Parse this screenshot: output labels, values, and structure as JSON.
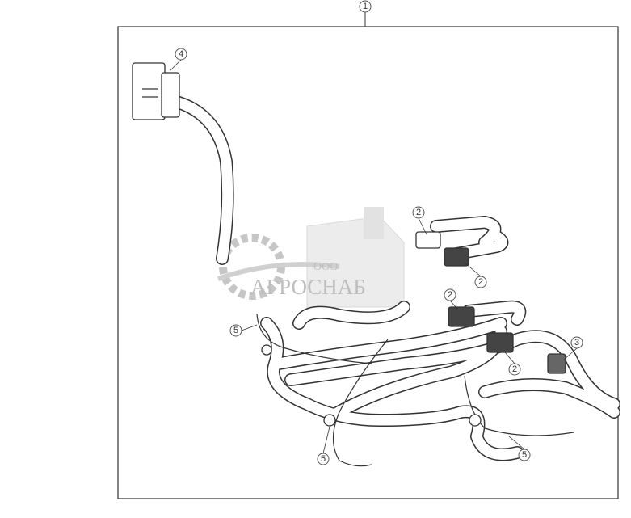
{
  "diagram": {
    "callouts": [
      {
        "id": "1",
        "label": "1"
      },
      {
        "id": "4",
        "label": "4"
      },
      {
        "id": "2a",
        "label": "2"
      },
      {
        "id": "2b",
        "label": "2"
      },
      {
        "id": "2c",
        "label": "2"
      },
      {
        "id": "2d",
        "label": "2"
      },
      {
        "id": "3",
        "label": "3"
      },
      {
        "id": "5a",
        "label": "5"
      },
      {
        "id": "5b",
        "label": "5"
      },
      {
        "id": "5c",
        "label": "5"
      }
    ],
    "watermark": {
      "prefix": "ООО",
      "name": "АГРОСНАБ"
    },
    "colors": {
      "line": "#333333",
      "hose_fill": "#ffffff",
      "connector": "#555555",
      "watermark": "#8a8a8a"
    }
  }
}
